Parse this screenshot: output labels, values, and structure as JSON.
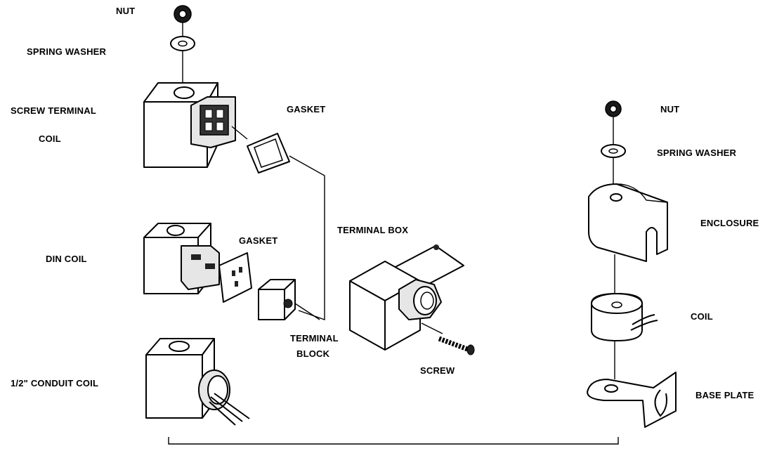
{
  "labels": {
    "nut_left": "NUT",
    "spring_washer_left": "SPRING WASHER",
    "screw_terminal_coil_1": "SCREW TERMINAL",
    "screw_terminal_coil_2": "COIL",
    "gasket_top": "GASKET",
    "din_coil": "DIN COIL",
    "gasket_mid": "GASKET",
    "terminal_box": "TERMINAL BOX",
    "terminal_block_1": "TERMINAL",
    "terminal_block_2": "BLOCK",
    "screw": "SCREW",
    "conduit_coil": "1/2\" CONDUIT COIL",
    "nut_right": "NUT",
    "spring_washer_right": "SPRING WASHER",
    "enclosure": "ENCLOSURE",
    "coil": "COIL",
    "base_plate": "BASE PLATE"
  }
}
